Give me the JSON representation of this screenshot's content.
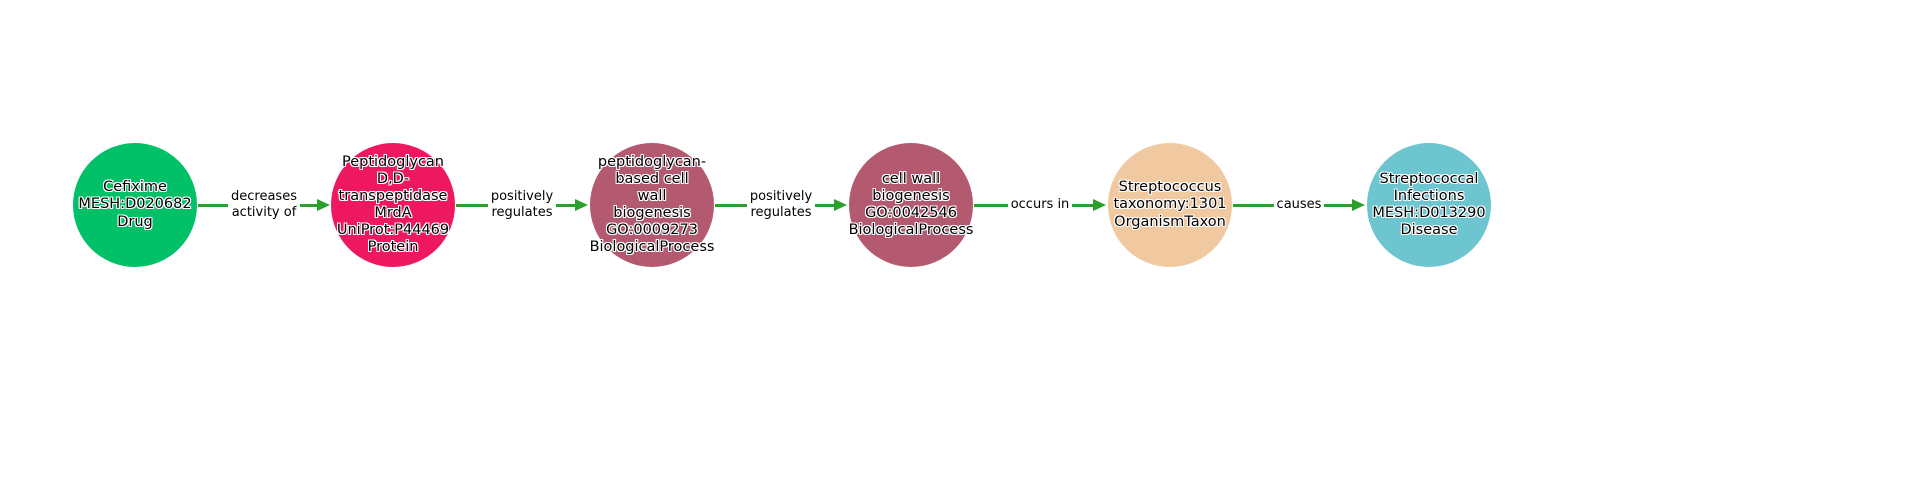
{
  "diagram": {
    "background_color": "#ffffff",
    "arrow_color": "#2ca02c",
    "nodes": [
      {
        "label": "Cefixime\nMESH:D020682\nDrug",
        "color": "#00c068"
      },
      {
        "label": "Peptidoglycan\nD,D-\ntranspeptidase\nMrdA\nUniProt:P44469\nProtein",
        "color": "#ee1860"
      },
      {
        "label": "peptidoglycan-\nbased cell\nwall\nbiogenesis\nGO:0009273\nBiologicalProcess",
        "color": "#b45a70"
      },
      {
        "label": "cell wall\nbiogenesis\nGO:0042546\nBiologicalProcess",
        "color": "#b45a70"
      },
      {
        "label": "Streptococcus\ntaxonomy:1301\nOrganismTaxon",
        "color": "#f0c9a0"
      },
      {
        "label": "Streptococcal\nInfections\nMESH:D013290\nDisease",
        "color": "#6cc5cf"
      }
    ],
    "edges": [
      {
        "label": "decreases\nactivity of"
      },
      {
        "label": "positively\nregulates"
      },
      {
        "label": "positively\nregulates"
      },
      {
        "label": "occurs in"
      },
      {
        "label": "causes"
      }
    ]
  }
}
